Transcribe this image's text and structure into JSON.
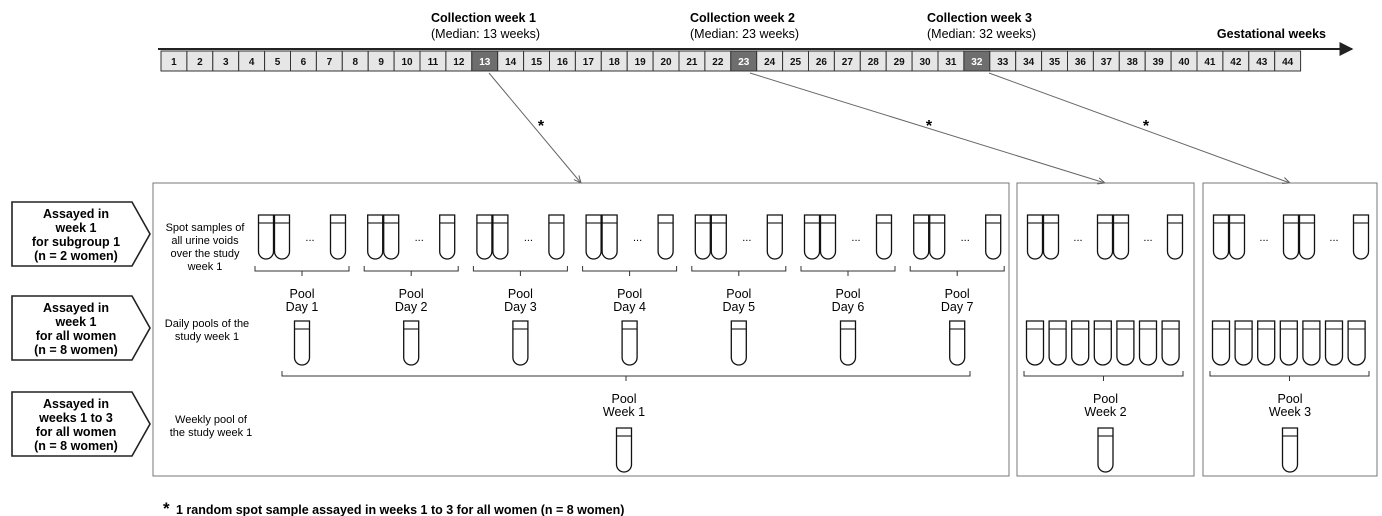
{
  "timeline": {
    "axis_label": "Gestational weeks",
    "weeks": [
      "1",
      "2",
      "3",
      "4",
      "5",
      "6",
      "7",
      "8",
      "9",
      "10",
      "11",
      "12",
      "13",
      "14",
      "15",
      "16",
      "17",
      "18",
      "19",
      "20",
      "21",
      "22",
      "23",
      "24",
      "25",
      "26",
      "27",
      "28",
      "29",
      "30",
      "31",
      "32",
      "33",
      "34",
      "35",
      "36",
      "37",
      "38",
      "39",
      "40",
      "41",
      "42",
      "43",
      "44"
    ],
    "highlighted_weeks": [
      "13",
      "23",
      "32"
    ],
    "highlight_color": "#6e6e6e",
    "cell_color": "#e6e6e6"
  },
  "collections": [
    {
      "title": "Collection week 1",
      "median": "(Median: 13 weeks)"
    },
    {
      "title": "Collection week 2",
      "median": "(Median: 23 weeks)"
    },
    {
      "title": "Collection week 3",
      "median": "(Median: 32 weeks)"
    }
  ],
  "asterisk": "*",
  "row_arrows": [
    {
      "lines": [
        "Assayed in",
        "week 1",
        "for subgroup 1",
        "(n = 2 women)"
      ]
    },
    {
      "lines": [
        "Assayed in",
        "week 1",
        "for all women",
        "(n = 8 women)"
      ]
    },
    {
      "lines": [
        "Assayed in",
        "weeks 1 to 3",
        "for all women",
        "(n = 8 women)"
      ]
    }
  ],
  "row_labels": [
    {
      "lines": [
        "Spot samples of",
        "all urine voids",
        "over the study",
        "week 1"
      ]
    },
    {
      "lines": [
        "Daily pools of the",
        "study week 1"
      ]
    },
    {
      "lines": [
        "Weekly pool of",
        "the study week 1"
      ]
    }
  ],
  "ellipsis": "...",
  "daily_pools": [
    {
      "line1": "Pool",
      "line2": "Day 1"
    },
    {
      "line1": "Pool",
      "line2": "Day 2"
    },
    {
      "line1": "Pool",
      "line2": "Day 3"
    },
    {
      "line1": "Pool",
      "line2": "Day 4"
    },
    {
      "line1": "Pool",
      "line2": "Day 5"
    },
    {
      "line1": "Pool",
      "line2": "Day 6"
    },
    {
      "line1": "Pool",
      "line2": "Day 7"
    }
  ],
  "weekly_pools": [
    {
      "line1": "Pool",
      "line2": "Week 1"
    },
    {
      "line1": "Pool",
      "line2": "Week 2"
    },
    {
      "line1": "Pool",
      "line2": "Week 3"
    }
  ],
  "footnote": {
    "mark": "*",
    "text": "1 random spot sample assayed in weeks 1 to 3 for all women (n = 8 women)"
  }
}
